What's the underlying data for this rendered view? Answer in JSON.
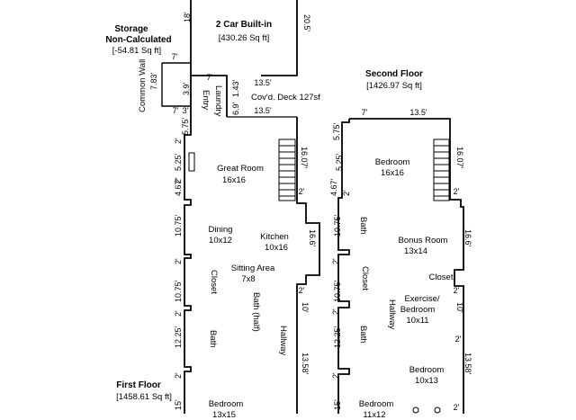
{
  "storage": {
    "title": "Storage",
    "subtitle": "Non-Calculated",
    "area": "[-54.81 Sq ft]"
  },
  "garage": {
    "title": "2 Car Built-in",
    "area": "[430.26 Sq ft]"
  },
  "second_floor": {
    "title": "Second Floor",
    "area": "[1426.97 Sq ft]"
  },
  "first_floor": {
    "title": "First Floor",
    "area": "[1458.61 Sq ft]"
  },
  "rooms": {
    "common_wall": "Common Wall",
    "laundry": "Laundry",
    "entry": "Entry",
    "deck": "Cov'd. Deck 127sf",
    "great_room": "Great Room",
    "great_room_size": "16x16",
    "dining": "Dining",
    "dining_size": "10x12",
    "kitchen": "Kitchen",
    "kitchen_size": "10x16",
    "sitting": "Sitting Area",
    "sitting_size": "7x8",
    "closet_1": "Closet",
    "bath_half": "Bath (half)",
    "bath_1": "Bath",
    "hallway_1": "Hallway",
    "bedroom_1": "Bedroom",
    "bedroom_1_size": "13x15",
    "bedroom_2": "Bedroom",
    "bedroom_2_size": "16x16",
    "bath_2": "Bath",
    "bonus": "Bonus Room",
    "bonus_size": "13x14",
    "closet_2": "Closet",
    "closet_3": "Closet",
    "exercise": "Exercise/",
    "exercise_2": "Bedroom",
    "exercise_size": "10x11",
    "hallway_2": "Hallway",
    "bath_3": "Bath",
    "bedroom_3": "Bedroom",
    "bedroom_3_size": "10x13",
    "bedroom_4": "Bedroom",
    "bedroom_4_size": "11x12"
  },
  "dims": {
    "d18": "18'",
    "d20_5": "20.5'",
    "d7_a": "7'",
    "d7_83": "7.83'",
    "d7_b": "7'",
    "d3_9": "3.9'",
    "d7_c": "7'",
    "d3": "3'",
    "d13_5_a": "13.5'",
    "d1_43": "1.43'",
    "d6_9": "6.9'",
    "d13_5_b": "13.5'",
    "d5_75_a": "5.75'",
    "d2_a": "2'",
    "d5_25_a": "5.25'",
    "d2_b": "2'",
    "d4_67_a": "4.67'",
    "d16_07_a": "16.07'",
    "d2_c": "2'",
    "d10_75_a": "10.75'",
    "d16_6_a": "16.6'",
    "d2_d": "2'",
    "d10_75_b": "10.75'",
    "d2_e": "2'",
    "d2_f": "2'",
    "d10_a": "10'",
    "d12_25_a": "12.25'",
    "d13_58_a": "13.58'",
    "d2_g": "2'",
    "d15_a": "15'",
    "d7_d": "7'",
    "d13_5_c": "13.5'",
    "d5_75_b": "5.75'",
    "d5_25_b": "5.25'",
    "d4_67_b": "4.67'",
    "d2_h": "2'",
    "d16_07_b": "16.07'",
    "d2_i": "2'",
    "d10_75_c": "10.75'",
    "d16_6_b": "16.6'",
    "d2_j": "2'",
    "d10_75_d": "10.75'",
    "d2_k": "2'",
    "d2_l": "2'",
    "d10_b": "10'",
    "d12_25_b": "12.25'",
    "d13_58_b": "13.58'",
    "d2_m": "2'",
    "d2_n": "2'",
    "d15_b": "15'",
    "d2_o": "2'"
  }
}
